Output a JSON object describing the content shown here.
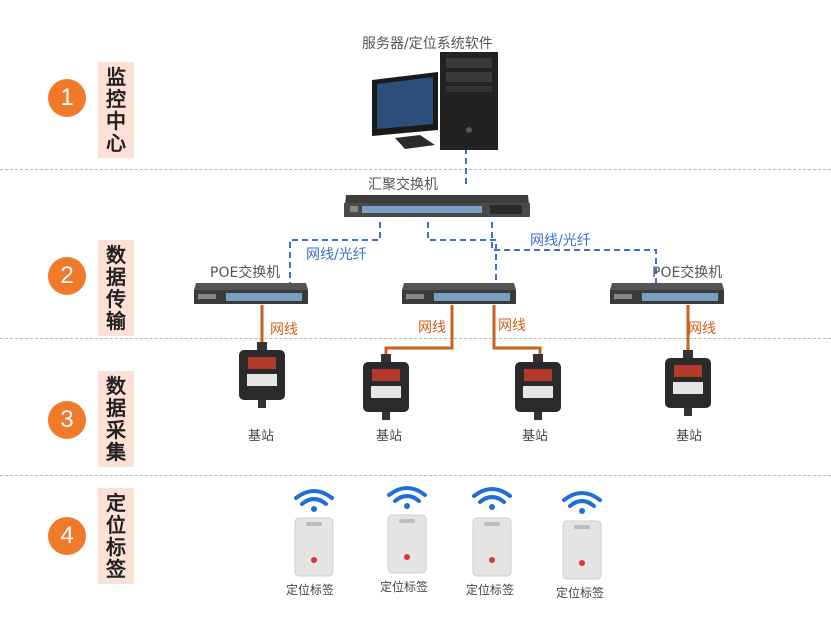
{
  "sections": [
    {
      "number": "1",
      "label": "监控中心"
    },
    {
      "number": "2",
      "label": "数据传输"
    },
    {
      "number": "3",
      "label": "数据采集"
    },
    {
      "number": "4",
      "label": "定位标签"
    }
  ],
  "server": {
    "label": "服务器/定位系统软件"
  },
  "core_switch": {
    "label": "汇聚交换机"
  },
  "poe_switches": {
    "left_label": "POE交换机",
    "right_label": "POE交换机"
  },
  "links": {
    "uplink_left": "网线/光纤",
    "uplink_right": "网线/光纤",
    "cable_1": "网线",
    "cable_2": "网线",
    "cable_3": "网线",
    "cable_4": "网线"
  },
  "base_stations": [
    "基站",
    "基站",
    "基站",
    "基站"
  ],
  "tags": [
    "定位标签",
    "定位标签",
    "定位标签",
    "定位标签"
  ],
  "colors": {
    "accent": "#f07a2a",
    "label_bg": "#fde0d6",
    "network_blue": "#3b73c6",
    "cable_orange": "#c8631d"
  }
}
